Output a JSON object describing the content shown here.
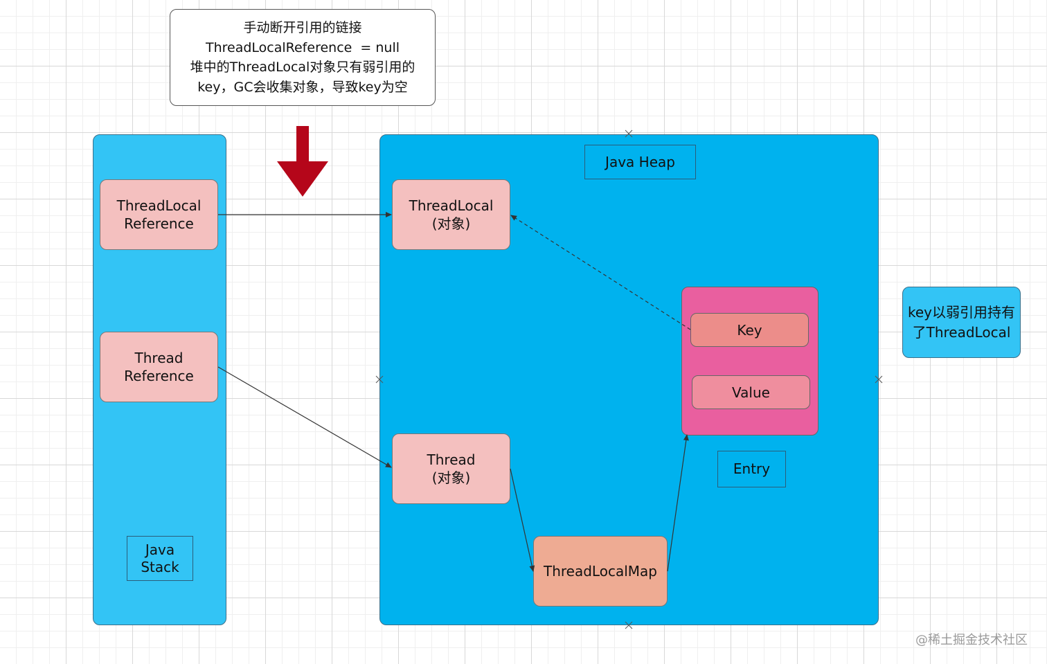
{
  "note": {
    "lines": [
      "手动断开引用的链接",
      "ThreadLocalReference  = null",
      "堆中的ThreadLocal对象只有弱引用的",
      "key，GC会收集对象，导致key为空"
    ]
  },
  "stack": {
    "threadlocal_ref": [
      "ThreadLocal",
      "Reference"
    ],
    "thread_ref": [
      "Thread",
      "Reference"
    ],
    "label": [
      "Java",
      "Stack"
    ]
  },
  "heap": {
    "label": "Java Heap",
    "threadlocal_obj": [
      "ThreadLocal",
      "(对象)"
    ],
    "thread_obj": [
      "Thread",
      "(对象)"
    ],
    "threadlocalmap": "ThreadLocalMap",
    "entry": {
      "key": "Key",
      "value": "Value",
      "label": "Entry"
    }
  },
  "side_note": [
    "key以弱引用持有",
    "了ThreadLocal"
  ],
  "watermark": "@稀土掘金技术社区",
  "colors": {
    "stack": "#33c4f5",
    "heap": "#00b2ee",
    "object_box": "#f4c0bf",
    "map_box": "#eeab93",
    "entry_box": "#e95f9f",
    "key_box": "#ec8d8a",
    "value_box": "#ef8e9e",
    "arrow_red": "#b5061a"
  }
}
